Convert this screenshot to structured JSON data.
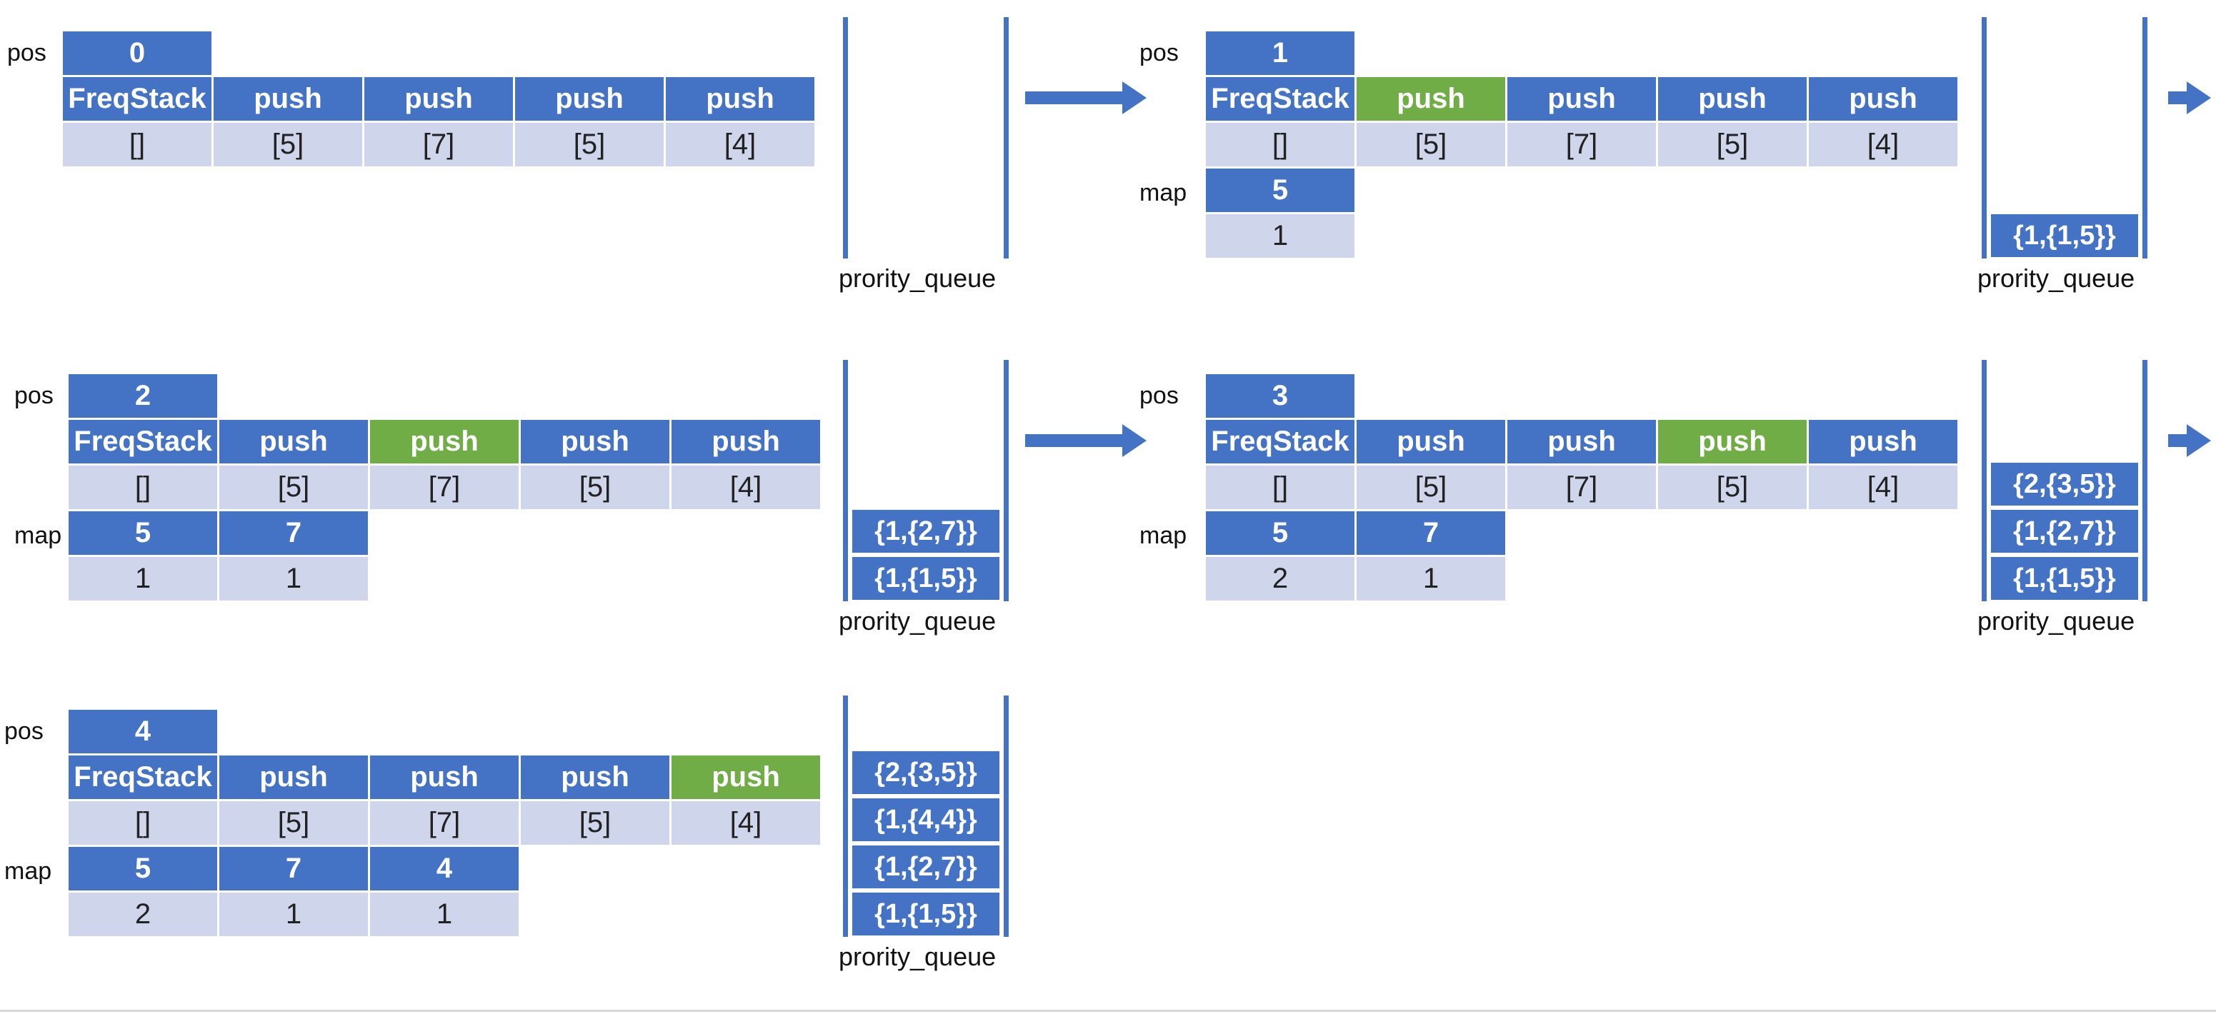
{
  "labels": {
    "pos": "pos",
    "map": "map",
    "queue": "prority_queue"
  },
  "operations": [
    "FreqStack",
    "push",
    "push",
    "push",
    "push"
  ],
  "arguments": [
    "[]",
    "[5]",
    "[7]",
    "[5]",
    "[4]"
  ],
  "colors": {
    "header": "#4472c4",
    "highlight": "#70ad47",
    "value": "#cfd5ea"
  },
  "steps": [
    {
      "pos": "0",
      "highlight": 0,
      "map": [],
      "queue": []
    },
    {
      "pos": "1",
      "highlight": 1,
      "map": [
        {
          "key": "5",
          "count": "1"
        }
      ],
      "queue": [
        "{1,{1,5}}"
      ]
    },
    {
      "pos": "2",
      "highlight": 2,
      "map": [
        {
          "key": "5",
          "count": "1"
        },
        {
          "key": "7",
          "count": "1"
        }
      ],
      "queue": [
        "{1,{2,7}}",
        "{1,{1,5}}"
      ]
    },
    {
      "pos": "3",
      "highlight": 3,
      "map": [
        {
          "key": "5",
          "count": "2"
        },
        {
          "key": "7",
          "count": "1"
        }
      ],
      "queue": [
        "{2,{3,5}}",
        "{1,{2,7}}",
        "{1,{1,5}}"
      ]
    },
    {
      "pos": "4",
      "highlight": 4,
      "map": [
        {
          "key": "5",
          "count": "2"
        },
        {
          "key": "7",
          "count": "1"
        },
        {
          "key": "4",
          "count": "1"
        }
      ],
      "queue": [
        "{2,{3,5}}",
        "{1,{4,4}}",
        "{1,{2,7}}",
        "{1,{1,5}}"
      ]
    }
  ]
}
